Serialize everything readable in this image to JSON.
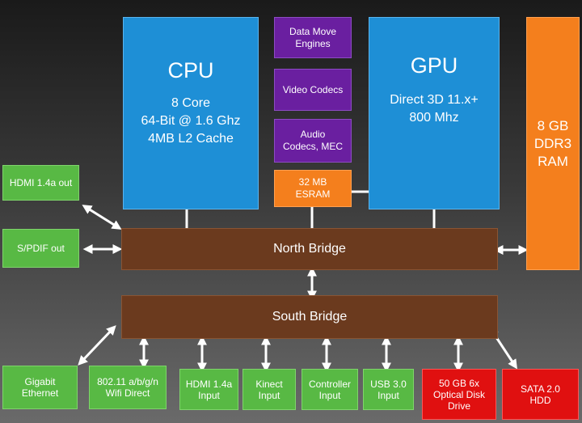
{
  "cpu": {
    "title": "CPU",
    "lines": [
      "8 Core",
      "64-Bit @ 1.6 Ghz",
      "4MB L2 Cache"
    ]
  },
  "gpu": {
    "title": "GPU",
    "lines": [
      "Direct 3D 11.x+",
      "800 Mhz"
    ]
  },
  "ram": {
    "lines": [
      "8 GB",
      "DDR3",
      "RAM"
    ]
  },
  "middle": {
    "data_move": [
      "Data Move",
      "Engines"
    ],
    "video_codecs": "Video Codecs",
    "audio": [
      "Audio",
      "Codecs, MEC"
    ],
    "esram": [
      "32 MB",
      "ESRAM"
    ]
  },
  "north_bridge": "North Bridge",
  "south_bridge": "South Bridge",
  "outputs": {
    "hdmi_out": "HDMI 1.4a out",
    "spdif_out": "S/PDIF out"
  },
  "peripherals": {
    "ethernet": [
      "Gigabit",
      "Ethernet"
    ],
    "wifi": [
      "802.11 a/b/g/n",
      "Wifi Direct"
    ],
    "hdmi_in": [
      "HDMI 1.4a",
      "Input"
    ],
    "kinect": [
      "Kinect",
      "Input"
    ],
    "controller": [
      "Controller",
      "Input"
    ],
    "usb": [
      "USB 3.0",
      "Input"
    ],
    "optical": [
      "50 GB 6x",
      "Optical Disk",
      "Drive"
    ],
    "hdd": [
      "SATA 2.0",
      "HDD"
    ]
  },
  "colors": {
    "cpu_gpu": "#1e8fd6",
    "purple": "#6a1fa0",
    "orange": "#f47f1d",
    "bridge": "#6b3a1e",
    "green": "#58b944",
    "red": "#e01010",
    "arrow": "#ffffff"
  }
}
